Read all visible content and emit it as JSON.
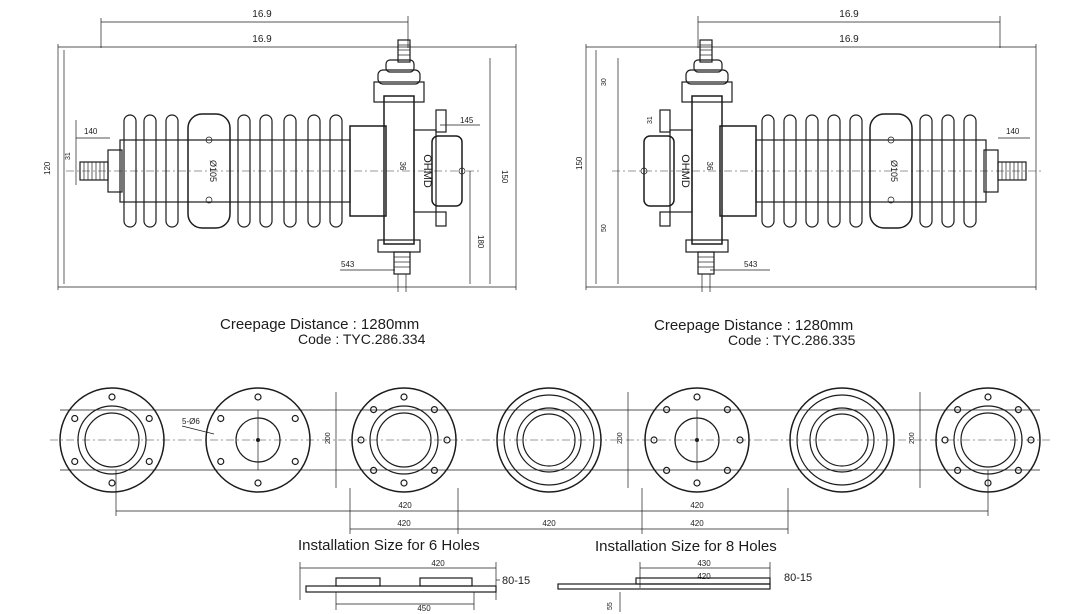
{
  "left_drawing": {
    "dim_top_1": "16.9",
    "dim_top_2": "16.9",
    "dim_140": "140",
    "dim_31": "31",
    "dim_120": "120",
    "dim_145": "145",
    "dim_150": "150",
    "dim_180": "180",
    "dim_543": "543",
    "label_body": "OHMD",
    "label_center": "36",
    "label_disc": "Ø105",
    "creepage_label": "Creepage Distance : 1280mm",
    "code_label": "Code : TYC.286.334"
  },
  "right_drawing": {
    "dim_top_1": "16.9",
    "dim_top_2": "16.9",
    "dim_140": "140",
    "dim_30": "30",
    "dim_50": "50",
    "dim_150": "150",
    "dim_31": "31",
    "dim_543": "543",
    "label_body": "OHMD",
    "label_center": "36",
    "label_disc": "Ø105",
    "creepage_label": "Creepage Distance : 1280mm",
    "code_label": "Code : TYC.286.335"
  },
  "flange_row": {
    "dim_hole": "5-Ø6",
    "dim_200_a": "200",
    "dim_200_b": "200",
    "dim_200_c": "200",
    "dim_420_a": "420",
    "dim_420_b": "420",
    "dim_420_c": "420",
    "dim_420_d": "420",
    "dim_420_e": "420"
  },
  "bottom": {
    "caption_6": "Installation Size for 6 Holes",
    "caption_8": "Installation Size for 8 Holes",
    "dim_420_6": "420",
    "dim_450_6": "450",
    "dim_thk_6": "80-15",
    "dim_430_8": "430",
    "dim_420_8": "420",
    "dim_thk_8": "80-15",
    "dim_side": "55"
  }
}
